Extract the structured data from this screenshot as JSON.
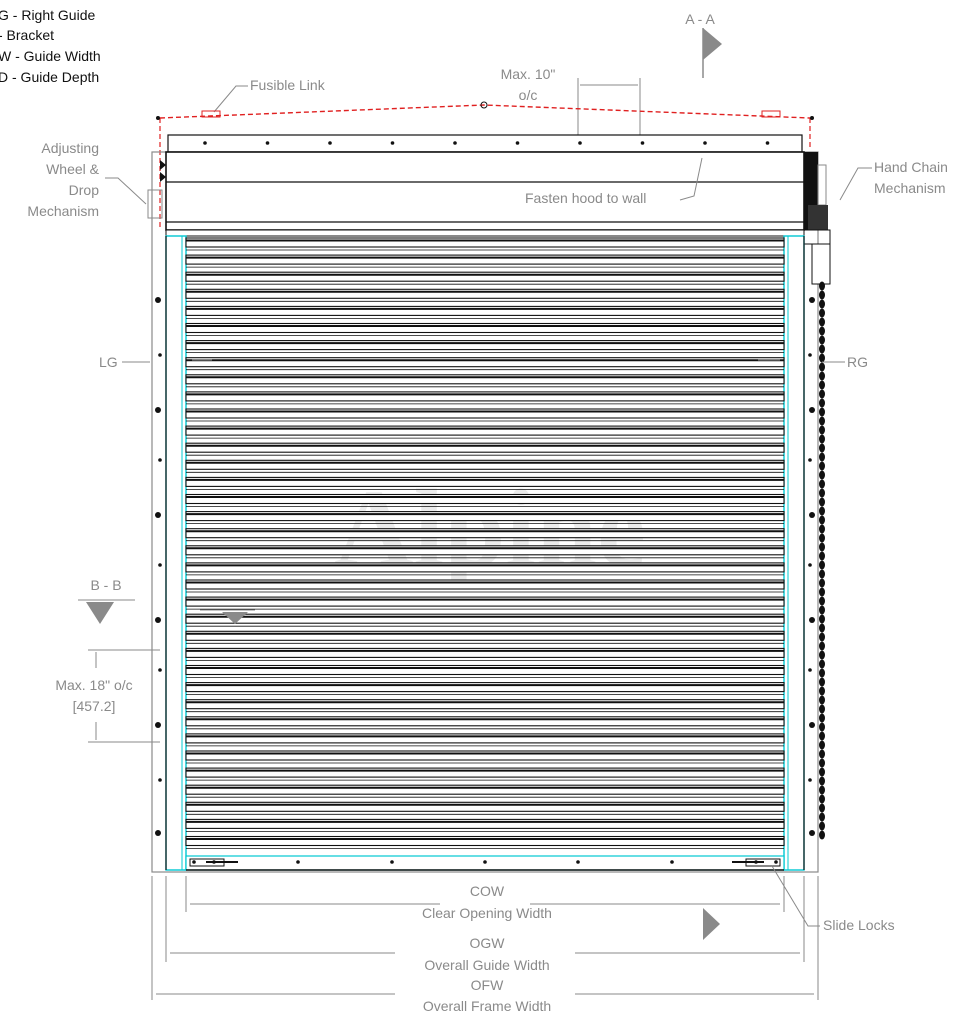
{
  "legend": [
    {
      "text": "G   - Right Guide"
    },
    {
      "text": "     - Bracket"
    },
    {
      "text": "W   - Guide Width"
    },
    {
      "text": "D   - Guide Depth"
    }
  ],
  "labels": {
    "section_aa": "A - A",
    "section_bb": "B - B",
    "max10_line1": "Max. 10\"",
    "max10_line2": "o/c",
    "fusible_link": "Fusible Link",
    "adjusting_1": "Adjusting",
    "adjusting_2": "Wheel &",
    "adjusting_3": "Drop",
    "adjusting_4": "Mechanism",
    "hand_chain_1": "Hand Chain",
    "hand_chain_2": "Mechanism",
    "fasten_hood": "Fasten hood to wall",
    "lg": "LG",
    "rg": "RG",
    "max18_line1": "Max. 18\" o/c",
    "max18_line2": "[457.2]",
    "watermark": "Alpine",
    "cow": "COW",
    "cow_full": "Clear Opening Width",
    "ogw": "OGW",
    "ogw_full": "Overall Guide Width",
    "ofw": "OFW",
    "ofw_full": "Overall Frame Width",
    "slide_locks": "Slide Locks"
  },
  "colors": {
    "guide": "#00c8d2",
    "fusible": "#e02020",
    "line": "#111111",
    "dim": "#8a8a8a"
  }
}
